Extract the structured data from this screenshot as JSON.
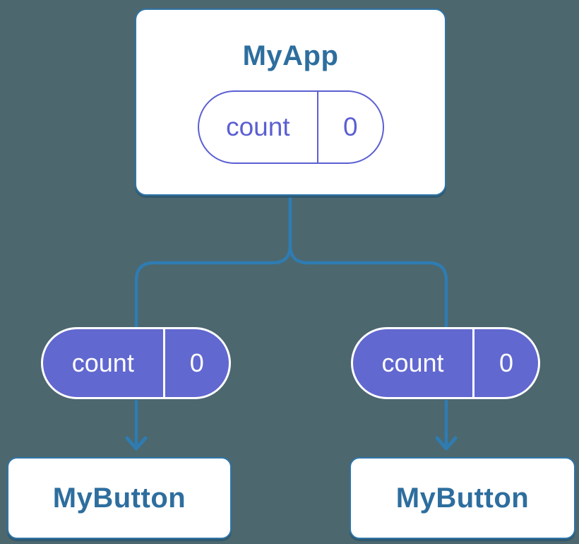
{
  "colors": {
    "background": "#4c676e",
    "node_fill": "#ffffff",
    "node_border": "#2e75a8",
    "node_text": "#2d6e9e",
    "connector": "#2f7cb2",
    "state_pill_fill": "#6168d0",
    "state_pill_outline": "#5b5fd2",
    "state_pill_text": "#ffffff"
  },
  "nodes": {
    "root": {
      "label": "MyApp",
      "state": {
        "name": "count",
        "value": "0"
      }
    },
    "children": [
      {
        "label": "MyButton",
        "state": {
          "name": "count",
          "value": "0"
        }
      },
      {
        "label": "MyButton",
        "state": {
          "name": "count",
          "value": "0"
        }
      }
    ]
  },
  "edges": [
    {
      "from": "MyApp",
      "to": "MyButton-left"
    },
    {
      "from": "MyApp",
      "to": "MyButton-right"
    }
  ]
}
